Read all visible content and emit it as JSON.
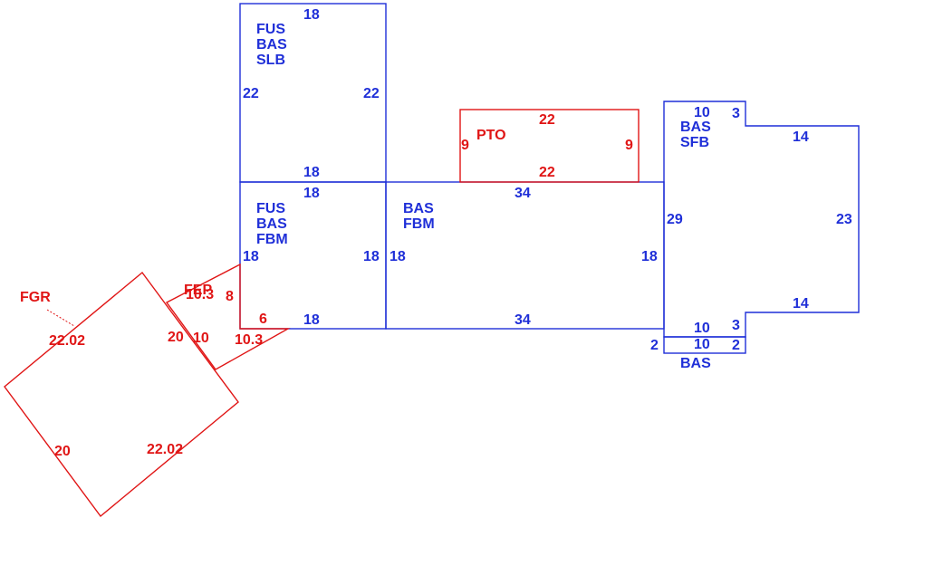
{
  "colors": {
    "primary": "#1f2fd8",
    "accent": "#e01515"
  },
  "areas": {
    "fus_bas_slb": [
      "FUS",
      "BAS",
      "SLB"
    ],
    "fus_bas_fbm": [
      "FUS",
      "BAS",
      "FBM"
    ],
    "bas_fbm": [
      "BAS",
      "FBM"
    ],
    "bas_sfb": [
      "BAS",
      "SFB"
    ],
    "bas_small": "BAS",
    "pto": "PTO",
    "fep": "FEP",
    "fgr": "FGR"
  },
  "dims": {
    "slb_top": "18",
    "slb_left": "22",
    "slb_right": "22",
    "slb_bottom": "18",
    "fbm1_top": "18",
    "fbm1_left": "18",
    "fbm1_right": "18",
    "fbm1_bottom": "18",
    "fbm2_top": "34",
    "fbm2_left": "18",
    "fbm2_right": "18",
    "fbm2_bottom": "34",
    "pto_top": "22",
    "pto_bottom": "22",
    "pto_left": "9",
    "pto_right": "9",
    "sfb_top": "10",
    "sfb_notch_top": "3",
    "sfb_upper": "14",
    "sfb_left": "29",
    "sfb_right": "23",
    "sfb_lower": "14",
    "sfb_notch_bottom": "3",
    "sfb_bottom": "10",
    "small_left": "2",
    "small_top": "10",
    "small_right": "2",
    "fep_top": "10.3",
    "fep_right": "8",
    "fep_bottom": "6",
    "fep_lower": "10.3",
    "fep_left": "10",
    "fgr_top": "22.02",
    "fgr_right": "20",
    "fgr_bottom": "22.02",
    "fgr_left": "20"
  }
}
